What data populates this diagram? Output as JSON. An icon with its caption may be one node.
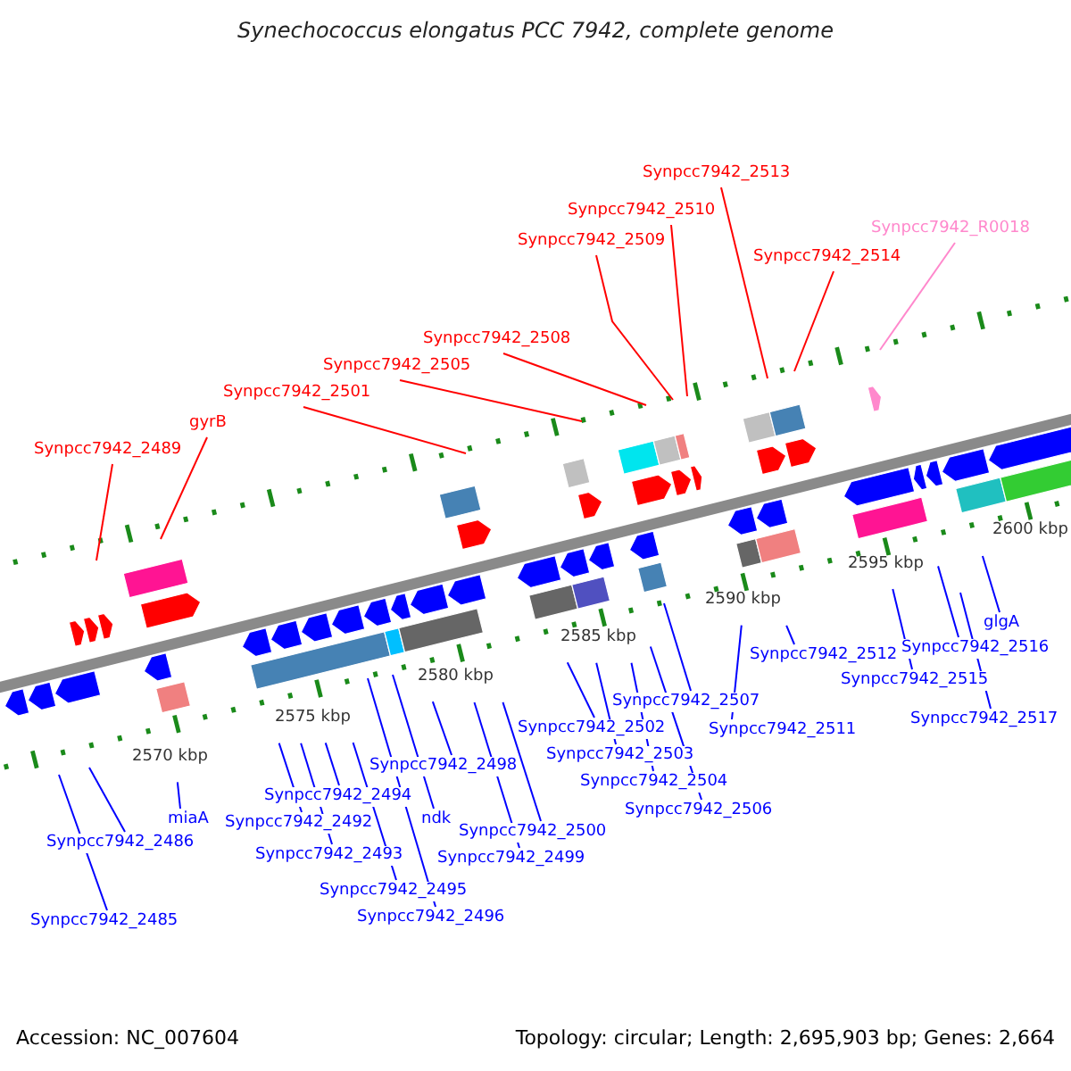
{
  "diagram": {
    "title": "Synechococcus elongatus PCC 7942, complete genome",
    "nodes": [
      {
        "text": [
          "Synpcc7942_2513"
        ]
      },
      {
        "text": [
          "Synpcc7942_2510"
        ]
      },
      {
        "text": [
          "Synpcc7942_R0018"
        ]
      },
      {
        "text": [
          "Synpcc7942_2509"
        ]
      },
      {
        "text": [
          "Synpcc7942_2514"
        ]
      },
      {
        "text": [
          "Synpcc7942_2508"
        ]
      },
      {
        "text": [
          "Synpcc7942_2505"
        ]
      },
      {
        "text": [
          "Synpcc7942_2501"
        ]
      },
      {
        "text": [
          "gyrB"
        ]
      },
      {
        "text": [
          "Synpcc7942_2489"
        ]
      },
      {
        "text": [
          "Synpcc7942_2516"
        ]
      },
      {
        "text": [
          "glgA"
        ]
      },
      {
        "text": [
          "Synpcc7942_2512"
        ]
      },
      {
        "text": [
          "Synpcc7942_2515"
        ]
      },
      {
        "text": [
          "Synpcc7942_2507"
        ]
      },
      {
        "text": [
          "Synpcc7942_2517"
        ]
      },
      {
        "text": [
          "Synpcc7942_2511"
        ]
      },
      {
        "text": [
          "Synpcc7942_2502"
        ]
      },
      {
        "text": [
          "Synpcc7942_2503"
        ]
      },
      {
        "text": [
          "Synpcc7942_2498"
        ]
      },
      {
        "text": [
          "Synpcc7942_2504"
        ]
      },
      {
        "text": [
          "Synpcc7942_2494"
        ]
      },
      {
        "text": [
          "Synpcc7942_2506"
        ]
      },
      {
        "text": [
          "miaA"
        ]
      },
      {
        "text": [
          "ndk"
        ]
      },
      {
        "text": [
          "Synpcc7942_2492"
        ]
      },
      {
        "text": [
          "Synpcc7942_2500"
        ]
      },
      {
        "text": [
          "Synpcc7942_2486"
        ]
      },
      {
        "text": [
          "Synpcc7942_2493"
        ]
      },
      {
        "text": [
          "Synpcc7942_2499"
        ]
      },
      {
        "text": [
          "Synpcc7942_2495"
        ]
      },
      {
        "text": [
          "Synpcc7942_2496"
        ]
      },
      {
        "text": [
          "Synpcc7942_2485"
        ]
      }
    ],
    "edges": [
      {
        "from": 0,
        "to": null,
        "arrow": "none",
        "color": "#ff0000"
      },
      {
        "from": 1,
        "to": null,
        "arrow": "none",
        "color": "#ff0000"
      },
      {
        "from": 2,
        "to": null,
        "arrow": "none",
        "color": "#ff88cc"
      },
      {
        "from": 3,
        "to": null,
        "arrow": "none",
        "color": "#ff0000"
      },
      {
        "from": 4,
        "to": null,
        "arrow": "none",
        "color": "#ff0000"
      },
      {
        "from": 5,
        "to": null,
        "arrow": "none",
        "color": "#ff0000"
      },
      {
        "from": 6,
        "to": null,
        "arrow": "none",
        "color": "#ff0000"
      },
      {
        "from": 7,
        "to": null,
        "arrow": "none",
        "color": "#ff0000"
      },
      {
        "from": 8,
        "to": null,
        "arrow": "none",
        "color": "#ff0000"
      },
      {
        "from": 9,
        "to": null,
        "arrow": "none",
        "color": "#ff0000"
      },
      {
        "from": 10,
        "to": null,
        "arrow": "none"
      },
      {
        "from": 11,
        "to": null,
        "arrow": "none"
      },
      {
        "from": 12,
        "to": null,
        "arrow": "none"
      },
      {
        "from": 13,
        "to": null,
        "arrow": "none"
      },
      {
        "from": 14,
        "to": null,
        "arrow": "none"
      },
      {
        "from": 15,
        "to": null,
        "arrow": "none"
      },
      {
        "from": 16,
        "to": null,
        "arrow": "none"
      },
      {
        "from": 17,
        "to": null,
        "arrow": "none"
      },
      {
        "from": 18,
        "to": null,
        "arrow": "none"
      },
      {
        "from": 19,
        "to": null,
        "arrow": "none"
      },
      {
        "from": 20,
        "to": null,
        "arrow": "none"
      },
      {
        "from": 21,
        "to": null,
        "arrow": "none"
      },
      {
        "from": 22,
        "to": null,
        "arrow": "none"
      },
      {
        "from": 23,
        "to": null,
        "arrow": "none"
      },
      {
        "from": 24,
        "to": null,
        "arrow": "none"
      },
      {
        "from": 25,
        "to": null,
        "arrow": "none"
      },
      {
        "from": 26,
        "to": null,
        "arrow": "none"
      },
      {
        "from": 27,
        "to": null,
        "arrow": "none"
      },
      {
        "from": 28,
        "to": null,
        "arrow": "none"
      },
      {
        "from": 29,
        "to": null,
        "arrow": "none"
      },
      {
        "from": 30,
        "to": null,
        "arrow": "none"
      },
      {
        "from": 31,
        "to": null,
        "arrow": "none"
      },
      {
        "from": 32,
        "to": null,
        "arrow": "none"
      }
    ],
    "labels": [
      "2600 kbp",
      "2595 kbp",
      "2590 kbp",
      "2585 kbp",
      "2580 kbp",
      "2575 kbp",
      "2570 kbp",
      "Accession: NC_007604",
      "Topology: circular; Length: 2,695,903 bp; Genes: 2,664"
    ]
  }
}
